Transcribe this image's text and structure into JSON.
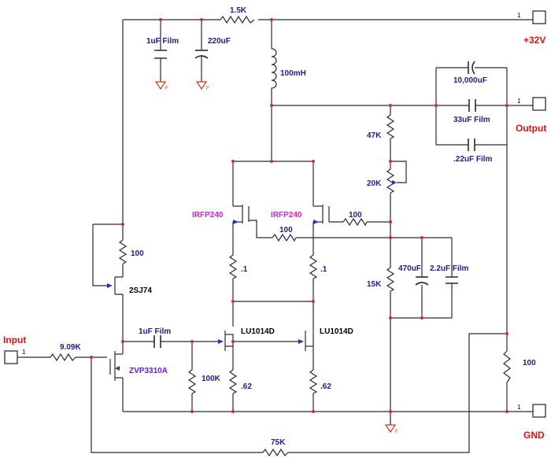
{
  "ports": {
    "vplus": {
      "label": "+32V",
      "pin": "1"
    },
    "output": {
      "label": "Output",
      "pin": "1"
    },
    "input": {
      "label": "Input",
      "pin": "1"
    },
    "gnd": {
      "label": "GND",
      "pin": "1"
    }
  },
  "components": {
    "r_top": "1.5K",
    "c_1uf_top": "1uF Film",
    "c_220uf": "220uF",
    "l_100mh": "100mH",
    "c_10000uf": "10,000uF",
    "c_33uf": "33uF Film",
    "c_022uf": ".22uF Film",
    "r_47k": "47K",
    "pot_20k": "20K",
    "r_15k": "15K",
    "c_470uf": "470uF",
    "c_22uf": "2.2uF Film",
    "q_irfp240_left": "IRFP240",
    "q_irfp240_right": "IRFP240",
    "r_100_gate": "100",
    "r_100_mid": "100",
    "r_01_left": ".1",
    "r_01_right": ".1",
    "r_100_left": "100",
    "q_2sj74": "2SJ74",
    "c_1uf_input": "1uF Film",
    "r_909k": "9.09K",
    "q_zvp3310a": "ZVP3310A",
    "r_100k": "100K",
    "q_lu1014d_left": "LU1014D",
    "q_lu1014d_right": "LU1014D",
    "r_062_left": ".62",
    "r_062_right": ".62",
    "r_100_right": "100",
    "r_75k": "75K"
  },
  "ground_mark": "F"
}
